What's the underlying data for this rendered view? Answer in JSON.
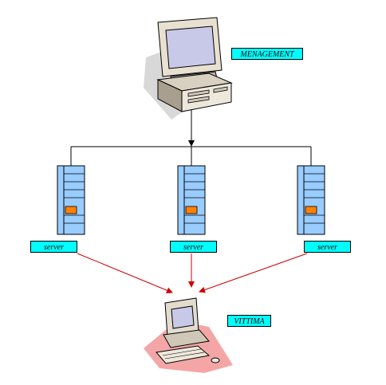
{
  "labels": {
    "management": "MENAGEMENT",
    "servers": [
      "server",
      "server",
      "server"
    ],
    "victim": "VITTIMA"
  },
  "icons": {
    "management": "desktop-computer-icon",
    "server": "server-rack-icon",
    "victim": "workstation-icon"
  },
  "colors": {
    "label_bg": "#00ffff",
    "server_body": "#99ccff",
    "server_led": "#ff8000",
    "attack_arrow": "#cc0000",
    "victim_shadow": "#f4a6a6"
  }
}
